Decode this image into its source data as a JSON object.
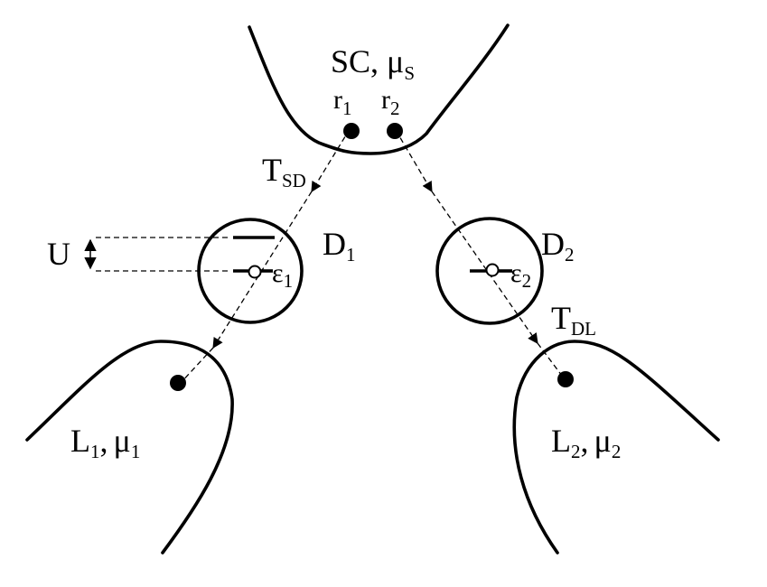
{
  "superconductor": {
    "name": "SC",
    "sep": ", ",
    "mu": "μ",
    "mu_sub": "S"
  },
  "sites": {
    "r1": {
      "name": "r",
      "sub": "1"
    },
    "r2": {
      "name": "r",
      "sub": "2"
    }
  },
  "couplings": {
    "sd": {
      "name": "T",
      "sub": "SD"
    },
    "dl": {
      "name": "T",
      "sub": "DL"
    }
  },
  "dots": {
    "d1": {
      "name": "D",
      "sub": "1",
      "level": "ε",
      "level_sub": "1"
    },
    "d2": {
      "name": "D",
      "sub": "2",
      "level": "ε",
      "level_sub": "2"
    }
  },
  "charging_energy": "U",
  "leads": {
    "l1": {
      "name": "L",
      "sub": "1",
      "sep": ",",
      "mu": "μ",
      "mu_sub": "1"
    },
    "l2": {
      "name": "L",
      "sub": "2",
      "sep": ",",
      "mu": "μ",
      "mu_sub": "2"
    }
  }
}
